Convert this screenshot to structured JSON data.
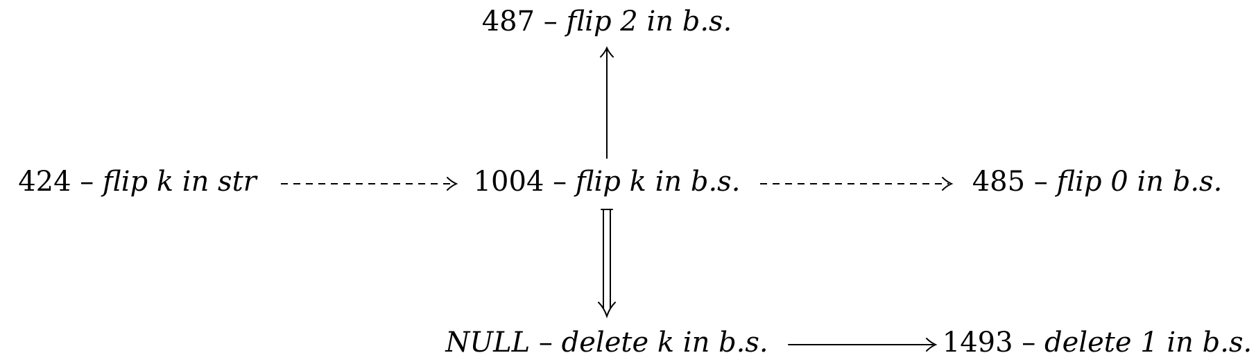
{
  "diagram": {
    "nodes": {
      "top": {
        "id": "487",
        "sep": "–",
        "label": "flip 2 in b.s."
      },
      "left": {
        "id": "424",
        "sep": "–",
        "label": "flip k in str"
      },
      "center": {
        "id": "1004",
        "sep": "–",
        "label": "flip k in b.s."
      },
      "right": {
        "id": "485",
        "sep": "–",
        "label": "flip 0 in b.s."
      },
      "bottom": {
        "id": "NULL",
        "sep": "–",
        "label": "delete k in b.s."
      },
      "bottom_right": {
        "id": "1493",
        "sep": "–",
        "label": "delete 1 in b.s."
      }
    },
    "edges": [
      {
        "from": "center",
        "to": "top",
        "style": "solid"
      },
      {
        "from": "left",
        "to": "center",
        "style": "dashed"
      },
      {
        "from": "center",
        "to": "right",
        "style": "dashed"
      },
      {
        "from": "center",
        "to": "bottom",
        "style": "double"
      },
      {
        "from": "bottom",
        "to": "bottom_right",
        "style": "solid"
      }
    ]
  }
}
